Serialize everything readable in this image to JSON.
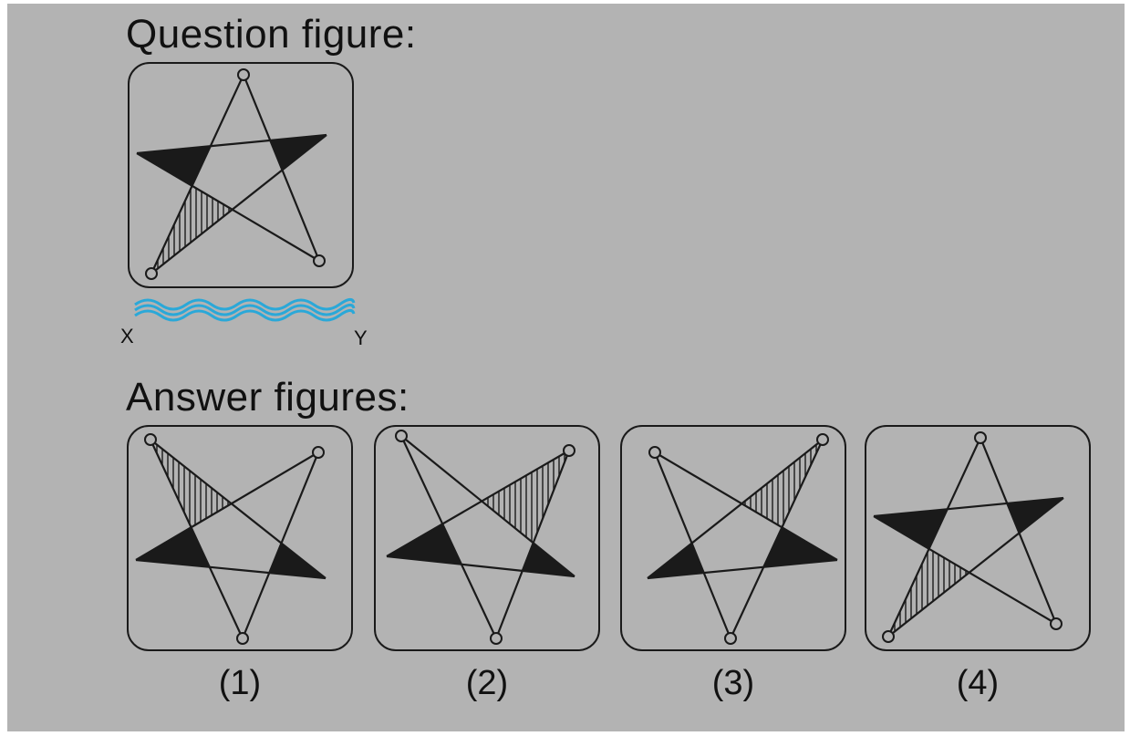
{
  "question_heading": "Question figure:",
  "answer_heading": "Answer figures:",
  "mirror_labels": {
    "left": "X",
    "right": "Y"
  },
  "answer_options": [
    "(1)",
    "(2)",
    "(3)",
    "(4)"
  ],
  "colors": {
    "background": "#b3b3b3",
    "ink": "#1a1a1a",
    "mirror_line": "#2aa8d8"
  }
}
